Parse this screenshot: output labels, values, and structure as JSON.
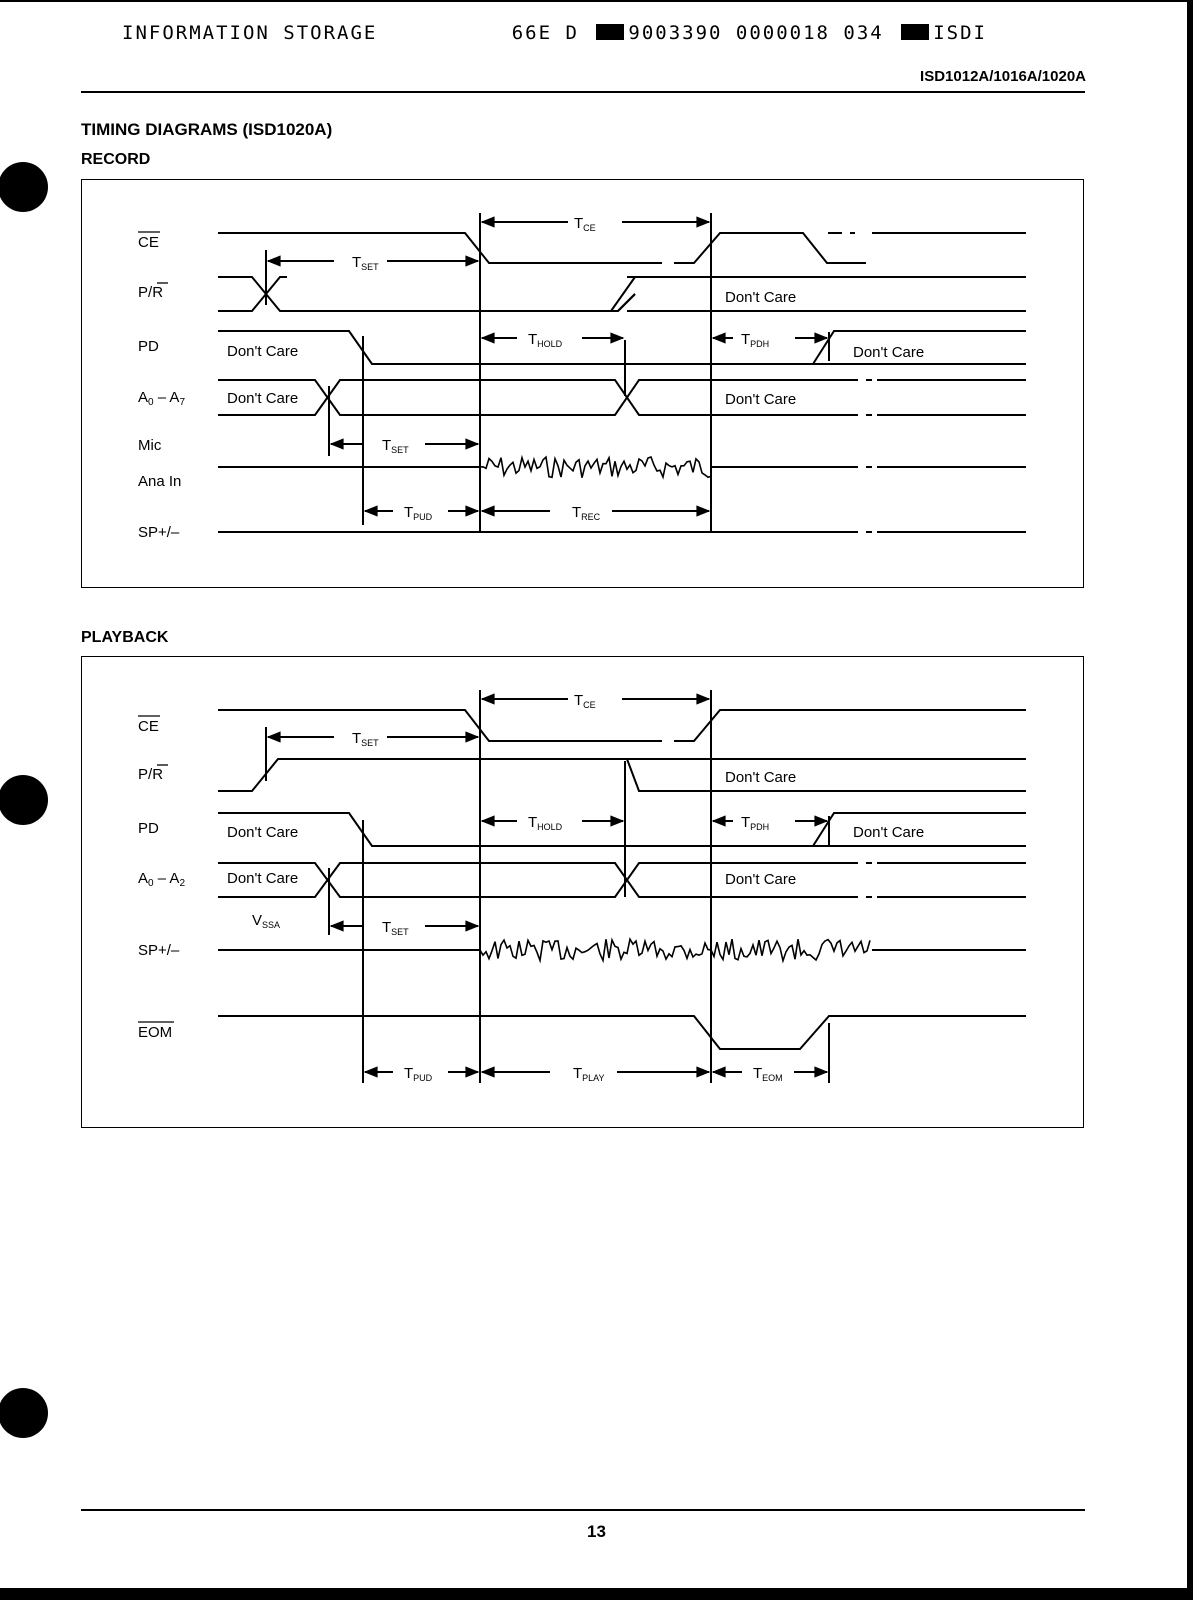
{
  "header": {
    "stamp_left": "INFORMATION STORAGE",
    "stamp_code1": "66E D",
    "stamp_code2": "9003390 0000018 034",
    "stamp_brand": "ISDI",
    "part_numbers": "ISD1012A/1016A/1020A"
  },
  "section_title": "TIMING DIAGRAMS (ISD1020A)",
  "record": {
    "title": "RECORD",
    "signals": {
      "ce": "CE",
      "pr_p": "P/",
      "pr_r": "R",
      "pd": "PD",
      "addr_a": "A",
      "addr_a_sub": "0",
      "addr_dash": " – A",
      "addr_b_sub": "7",
      "mic": "Mic",
      "ana_in": "Ana In",
      "sp": "SP+/–"
    },
    "labels": {
      "dont_care": "Don't Care",
      "t": "T",
      "ce_sub": "CE",
      "set_sub": "SET",
      "hold_sub": "HOLD",
      "pdh_sub": "PDH",
      "pud_sub": "PUD",
      "rec_sub": "REC"
    }
  },
  "playback": {
    "title": "PLAYBACK",
    "signals": {
      "ce": "CE",
      "pr_p": "P/",
      "pr_r": "R",
      "pd": "PD",
      "addr_a": "A",
      "addr_a_sub": "0",
      "addr_dash": " – A",
      "addr_b_sub": "2",
      "sp": "SP+/–",
      "eom": "EOM",
      "vssa": "V",
      "vssa_sub": "SSA"
    },
    "labels": {
      "dont_care": "Don't Care",
      "t": "T",
      "ce_sub": "CE",
      "set_sub": "SET",
      "hold_sub": "HOLD",
      "pdh_sub": "PDH",
      "pud_sub": "PUD",
      "play_sub": "PLAY",
      "eom_sub": "EOM"
    }
  },
  "footer": {
    "page_number": "13"
  }
}
